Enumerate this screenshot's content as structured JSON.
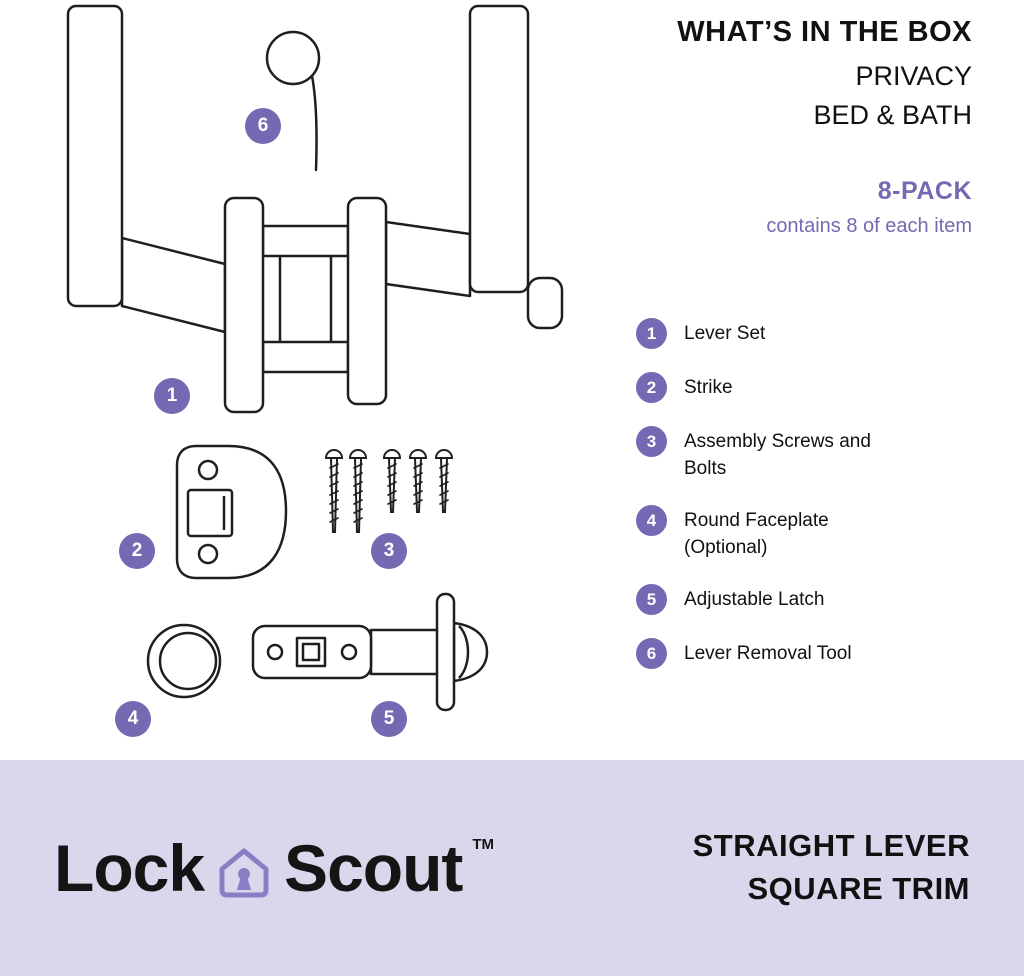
{
  "colors": {
    "accent": "#7668b2",
    "accent_light": "#8a7dc4",
    "band": "#dcd6ec",
    "line": "#1f1f1f",
    "ink": "#111111"
  },
  "header": {
    "title": "WHAT’S IN THE BOX",
    "subtitle_line1": "PRIVACY",
    "subtitle_line2": "BED & BATH",
    "pack_title": "8-PACK",
    "pack_note": "contains 8 of each item"
  },
  "items": [
    {
      "num": "1",
      "label": "Lever Set"
    },
    {
      "num": "2",
      "label": "Strike"
    },
    {
      "num": "3",
      "label": "Assembly Screws and Bolts"
    },
    {
      "num": "4",
      "label": "Round Faceplate (Optional)"
    },
    {
      "num": "5",
      "label": "Adjustable Latch"
    },
    {
      "num": "6",
      "label": "Lever Removal Tool"
    }
  ],
  "footer": {
    "brand_first": "Lock",
    "brand_second": "Scout",
    "trademark": "TM",
    "product_line1": "STRAIGHT LEVER",
    "product_line2": "SQUARE TRIM"
  }
}
